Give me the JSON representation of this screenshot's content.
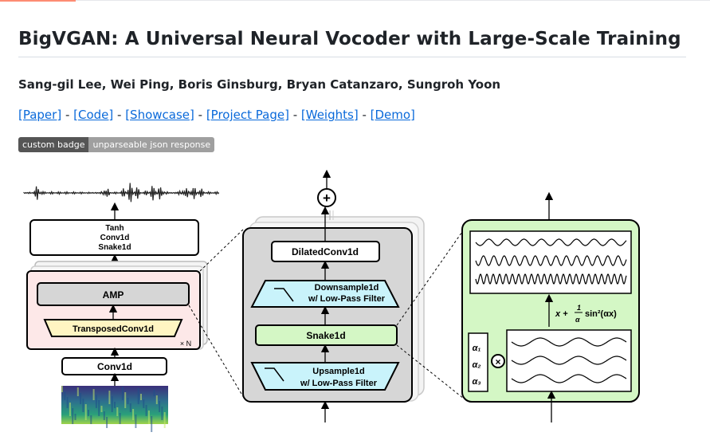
{
  "page": {
    "title": "BigVGAN: A Universal Neural Vocoder with Large-Scale Training",
    "authors": "Sang-gil Lee, Wei Ping, Boris Ginsburg, Bryan Catanzaro, Sungroh Yoon",
    "links": [
      "[Paper]",
      "[Code]",
      "[Showcase]",
      "[Project Page]",
      "[Weights]",
      "[Demo]"
    ],
    "link_separator": " - ",
    "badge": {
      "label": "custom badge",
      "message": "unparseable json response"
    }
  },
  "figure": {
    "left": {
      "top_block_lines": [
        "Tanh",
        "Conv1d",
        "Snake1d"
      ],
      "amp": "AMP",
      "transposed": "TransposedConv1d",
      "repeat": "× N",
      "conv": "Conv1d"
    },
    "middle": {
      "dilated": "DilatedConv1d",
      "downsample_lines": [
        "Downsample1d",
        "w/ Low-Pass Filter"
      ],
      "snake": "Snake1d",
      "upsample_lines": [
        "Upsample1d",
        "w/ Low-Pass Filter"
      ],
      "plus": "+"
    },
    "right": {
      "alphas": [
        "α₁",
        "α₂",
        "α₃"
      ],
      "times": "×"
    }
  },
  "colors": {
    "link": "#0969da",
    "amp_panel": "#fde8e8",
    "lightgreen": "#d4f7c5",
    "cyan": "#c9f3fb",
    "transposed": "#fff5c2",
    "gray_block": "#d6d6d6"
  }
}
